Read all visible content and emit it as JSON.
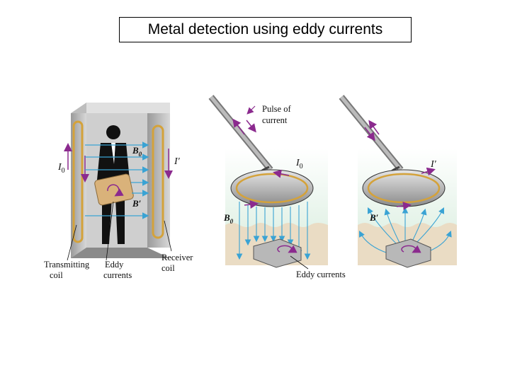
{
  "title": "Metal detection using eddy currents",
  "labels": {
    "transmitting_coil": [
      "Transmitting",
      "coil"
    ],
    "eddy_currents_left": [
      "Eddy",
      "currents"
    ],
    "receiver_coil": [
      "Receiver",
      "coil"
    ],
    "pulse_of_current": [
      "Pulse of",
      "current"
    ],
    "eddy_currents_bottom": "Eddy currents",
    "I0": "I",
    "I0_sub": "0",
    "I_prime": "I′",
    "B0": "B",
    "B0_sub": "0",
    "B_prime": "B′"
  },
  "colors": {
    "field_line": "#3aa3d4",
    "current_arrow": "#8b2a8e",
    "coil_gold": "#d4a23a",
    "ground": "#e9d9bd",
    "sky": "#dff0e8"
  }
}
